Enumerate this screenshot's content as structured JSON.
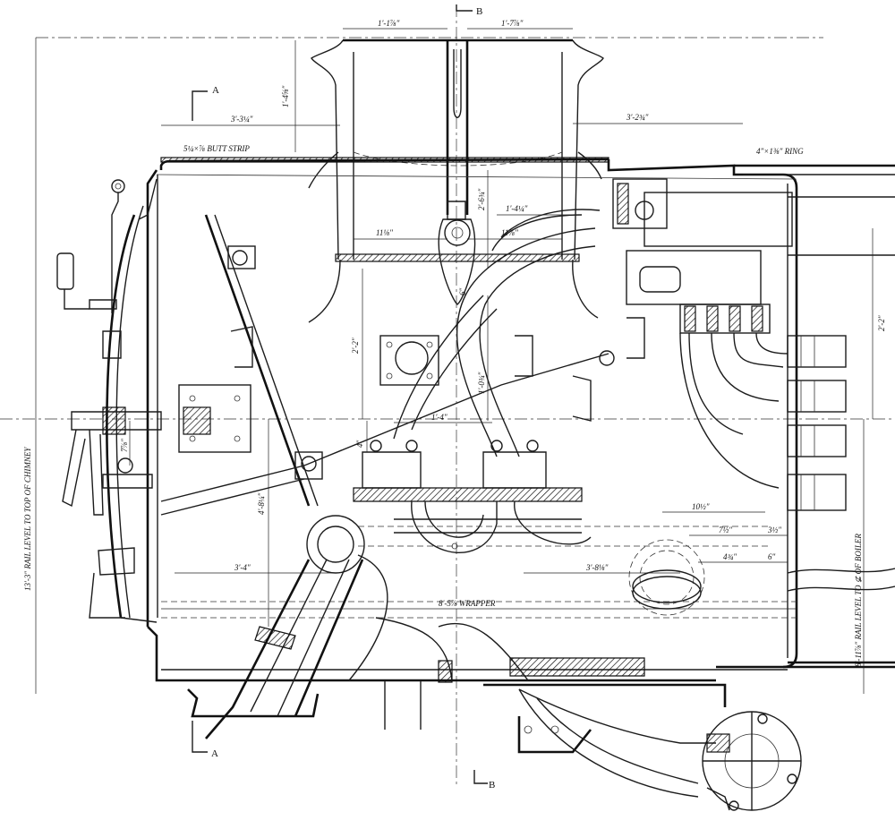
{
  "section_marks": {
    "a_top": "A",
    "a_bottom": "A",
    "b_top": "B",
    "b_bottom": "B"
  },
  "dimensions": {
    "chimney_left_width": "1'-1⅞\"",
    "chimney_right_width": "1'-7⅞\"",
    "chimney_height": "1'-4⅝\"",
    "left_radius": "3'-3¼\"",
    "right_radius": "3'-2¾\"",
    "butt_strip": "5¼×⅞ BUTT STRIP",
    "ring": "4\"×1⅜\" RING",
    "nozzle_left": "11⅛\"",
    "nozzle_right": "11⅞\"",
    "petticoat_h": "2'-6¾\"",
    "nozzle_w": "1'-4¼\"",
    "center_height": "2'-2\"",
    "pipe_v": "1'-0¾\"",
    "pipe_small": "6\"",
    "horiz_14": "1'-4\"",
    "ten_half": "10½\"",
    "seven_half": "7½\"",
    "three_half": "3½\"",
    "four_three": "4¾\"",
    "six": "6\"",
    "left_34": "3'-4\"",
    "right_38": "3'-8⅛\"",
    "wrapper": "8'-5⅞ WRAPPER",
    "left_48": "4'-8¼\"",
    "small_4": "4\"",
    "small_7": "7⅞\"",
    "right_top_22": "2'-2\"",
    "left_vertical": "13'-3\" RAIL LEVEL TO TOP OF CHIMNEY",
    "right_vertical": "8'-11⅞\" RAIL LEVEL TO ⊈ OF BOILER"
  }
}
